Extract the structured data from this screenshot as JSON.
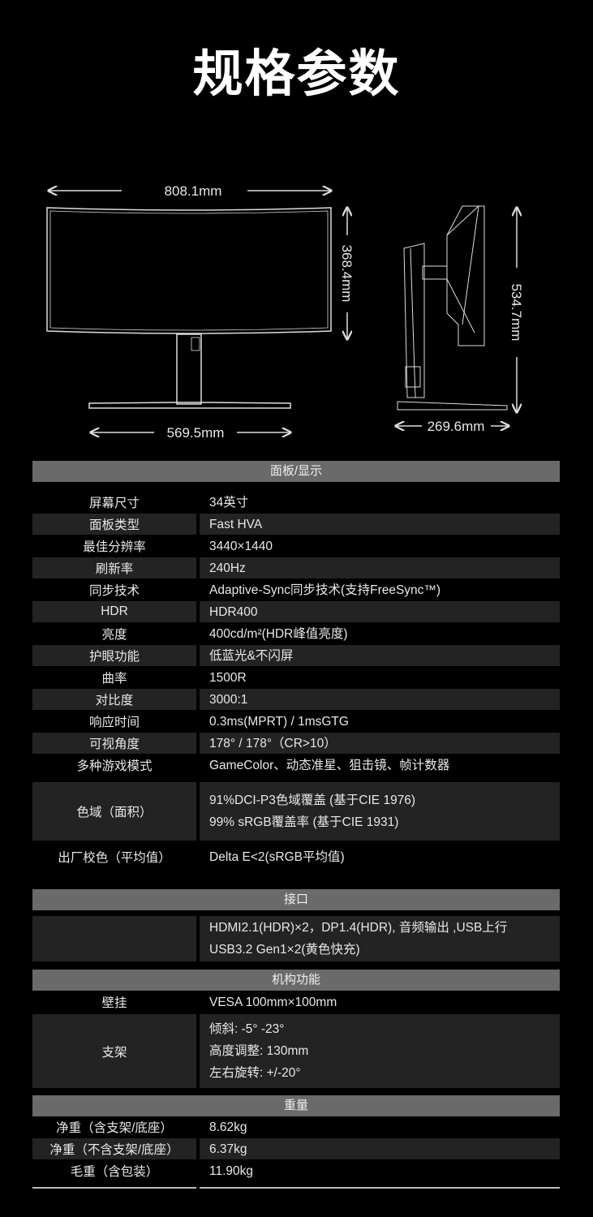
{
  "title": "规格参数",
  "dimensions": {
    "width": "808.1mm",
    "screen_height": "368.4mm",
    "base_width": "569.5mm",
    "total_height": "534.7mm",
    "depth": "269.6mm"
  },
  "sections": [
    {
      "header": "面板/显示",
      "rows": [
        {
          "label": "屏幕尺寸",
          "value": [
            "34英寸"
          ]
        },
        {
          "label": "面板类型",
          "value": [
            "Fast HVA"
          ]
        },
        {
          "label": "最佳分辨率",
          "value": [
            "3440×1440"
          ]
        },
        {
          "label": "刷新率",
          "value": [
            "240Hz"
          ]
        },
        {
          "label": "同步技术",
          "value": [
            "Adaptive-Sync同步技术(支持FreeSync™)"
          ]
        },
        {
          "label": "HDR",
          "value": [
            "HDR400"
          ]
        },
        {
          "label": "亮度",
          "value": [
            "400cd/m²(HDR峰值亮度)"
          ]
        },
        {
          "label": "护眼功能",
          "value": [
            "低蓝光&不闪屏"
          ]
        },
        {
          "label": "曲率",
          "value": [
            "1500R"
          ]
        },
        {
          "label": "对比度",
          "value": [
            "3000:1"
          ]
        },
        {
          "label": "响应时间",
          "value": [
            "0.3ms(MPRT) / 1msGTG"
          ]
        },
        {
          "label": "可视角度",
          "value": [
            "178° / 178°（CR>10）"
          ]
        },
        {
          "label": "多种游戏模式",
          "value": [
            "GameColor、动态准星、狙击镜、帧计数器"
          ]
        },
        {
          "label": "色域（面积）",
          "value": [
            "91%DCI-P3色域覆盖 (基于CIE 1976)",
            "99% sRGB覆盖率 (基于CIE 1931)"
          ]
        },
        {
          "label": "出厂校色（平均值）",
          "value": [
            "Delta E<2(sRGB平均值)"
          ]
        }
      ]
    },
    {
      "header": "接口",
      "rows": [
        {
          "label": "",
          "value": [
            "HDMI2.1(HDR)×2，DP1.4(HDR), 音频输出 ,USB上行",
            "USB3.2 Gen1×2(黄色快充)"
          ]
        }
      ]
    },
    {
      "header": "机构功能",
      "rows": [
        {
          "label": "壁挂",
          "value": [
            "VESA 100mm×100mm"
          ]
        },
        {
          "label": "支架",
          "value": [
            "倾斜: -5° -23°",
            "高度调整: 130mm",
            "左右旋转: +/-20°"
          ]
        }
      ]
    },
    {
      "header": "重量",
      "rows": [
        {
          "label": "净重（含支架/底座）",
          "value": [
            "8.62kg"
          ]
        },
        {
          "label": "净重（不含支架/底座）",
          "value": [
            "6.37kg"
          ]
        },
        {
          "label": "毛重（含包装）",
          "value": [
            "11.90kg"
          ]
        }
      ]
    }
  ]
}
